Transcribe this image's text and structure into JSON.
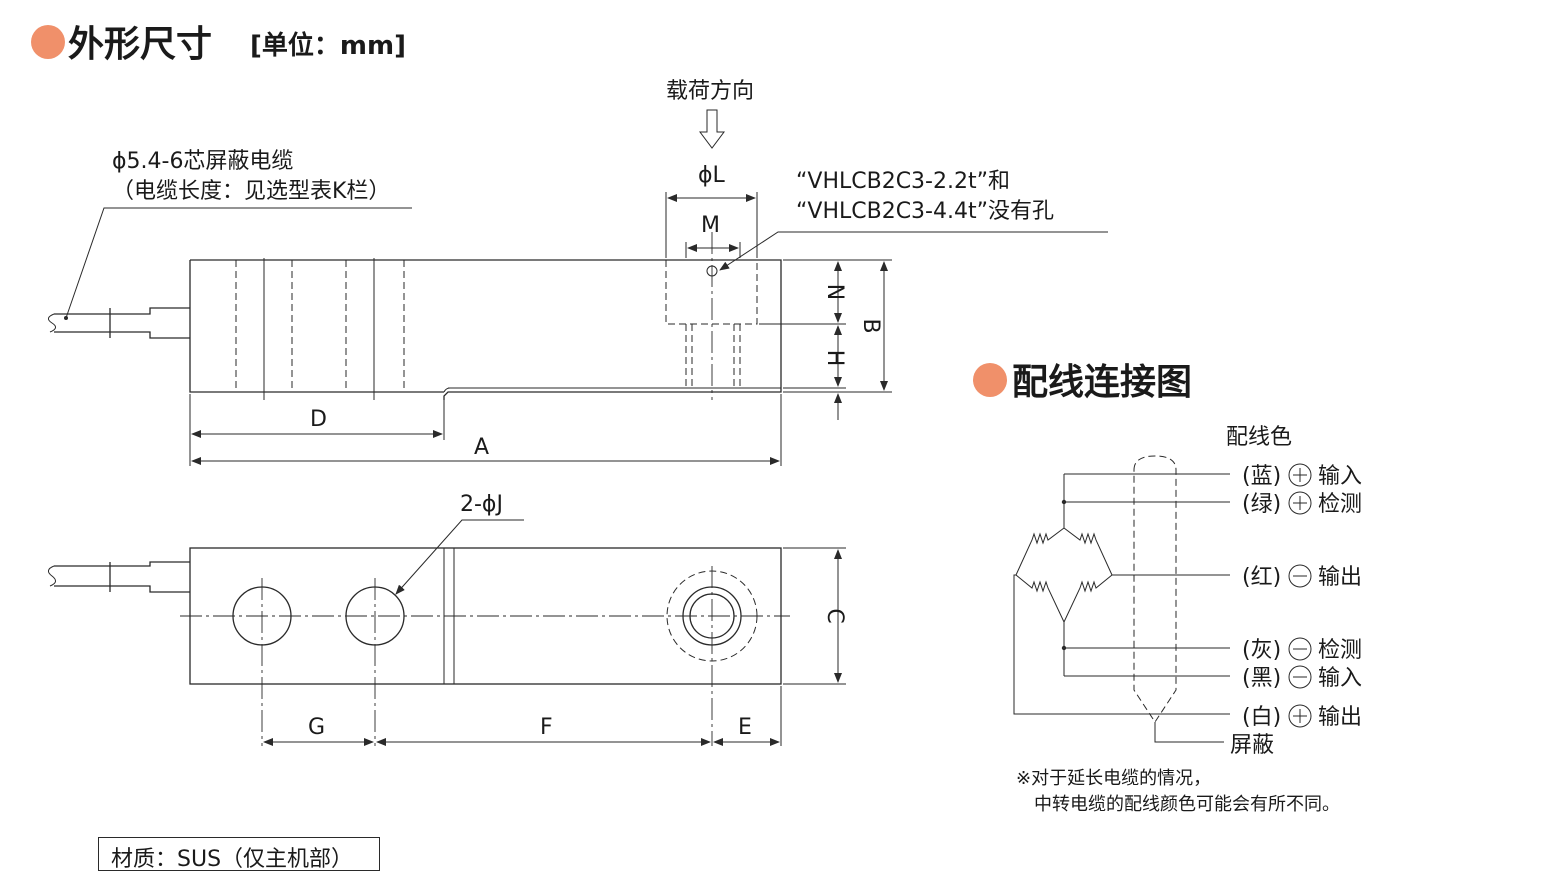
{
  "colors": {
    "accent": "#f0906a",
    "line": "#2a2a2a"
  },
  "header": {
    "title": "外形尺寸",
    "unit": "[单位：mm]"
  },
  "dims": {
    "load_direction": "载荷方向",
    "cable_line1": "ϕ5.4-6芯屏蔽电缆",
    "cable_line2": "（电缆长度：见选型表K栏）",
    "phi_L": "ϕL",
    "M": "M",
    "hole_note_1": "“VHLCB2C3-2.2t”和",
    "hole_note_2": "“VHLCB2C3-4.4t”没有孔",
    "N": "N",
    "B": "B",
    "H": "H",
    "D": "D",
    "A": "A",
    "two_phi_J": "2-ϕJ",
    "C": "C",
    "G": "G",
    "F": "F",
    "E": "E"
  },
  "wiring": {
    "title": "配线连接图",
    "color_header": "配线色",
    "rows": [
      {
        "color": "(蓝)",
        "sign": "plus",
        "function": "输入"
      },
      {
        "color": "(绿)",
        "sign": "plus",
        "function": "检测"
      },
      {
        "color": "(红)",
        "sign": "minus",
        "function": "输出"
      },
      {
        "color": "(灰)",
        "sign": "minus",
        "function": "检测"
      },
      {
        "color": "(黑)",
        "sign": "minus",
        "function": "输入"
      },
      {
        "color": "(白)",
        "sign": "plus",
        "function": "输出"
      }
    ],
    "shield": "屏蔽",
    "note_line1": "※对于延长电缆的情况，",
    "note_line2": "中转电缆的配线颜色可能会有所不同。"
  },
  "material": "材质：SUS（仅主机部）"
}
